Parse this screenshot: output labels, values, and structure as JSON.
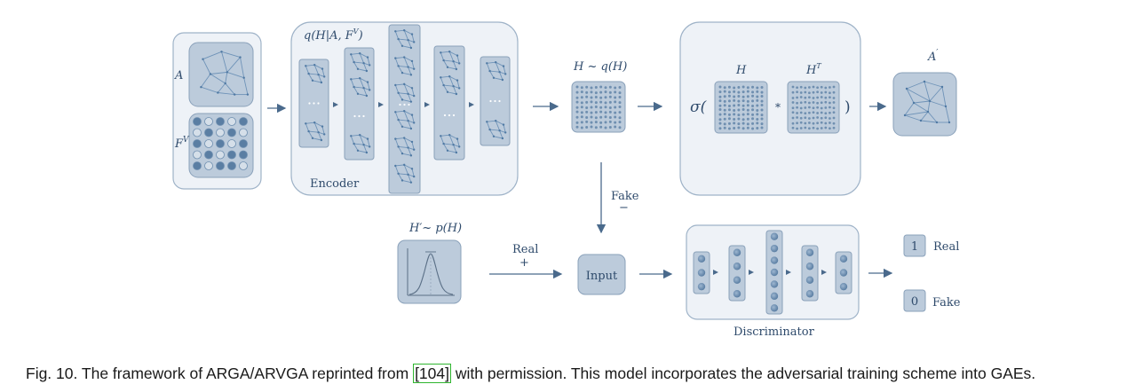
{
  "diagram": {
    "encoder": {
      "title": "q(H|A, F",
      "title_sup": "V",
      "title_close": ")",
      "label": "Encoder"
    },
    "inputs": {
      "adjacency_label": "A",
      "features_label": "F",
      "features_sup": "V"
    },
    "embedding": {
      "label": "H ~ q(H)"
    },
    "decoder": {
      "sigma": "σ(",
      "close": ")",
      "h_label": "H",
      "ht_label": "H",
      "ht_sup": "T",
      "times": "*"
    },
    "output": {
      "label": "A",
      "label_sup": "′"
    },
    "prior": {
      "label": "H′~ p(H)"
    },
    "fake_edge": {
      "label": "Fake",
      "sign": "−"
    },
    "real_edge": {
      "label": "Real",
      "sign": "+"
    },
    "input_box": {
      "label": "Input"
    },
    "discriminator": {
      "label": "Discriminator"
    },
    "results": [
      {
        "value": "1",
        "label": "Real"
      },
      {
        "value": "0",
        "label": "Fake"
      }
    ]
  },
  "caption": {
    "prefix": "Fig. 10. The framework of ARGA/ARVGA reprinted from ",
    "ref": "[104]",
    "suffix": " with permission. This model incorporates the adversarial training scheme into GAEs."
  },
  "colors": {
    "panel_fill": "#eef2f7",
    "panel_stroke": "#9fb3c8",
    "tile_fill": "#bccbdb",
    "tile_stroke": "#8aa1ba",
    "node": "#6f8fb0",
    "arrow": "#4a6a8c",
    "text": "#2e4a6b"
  }
}
